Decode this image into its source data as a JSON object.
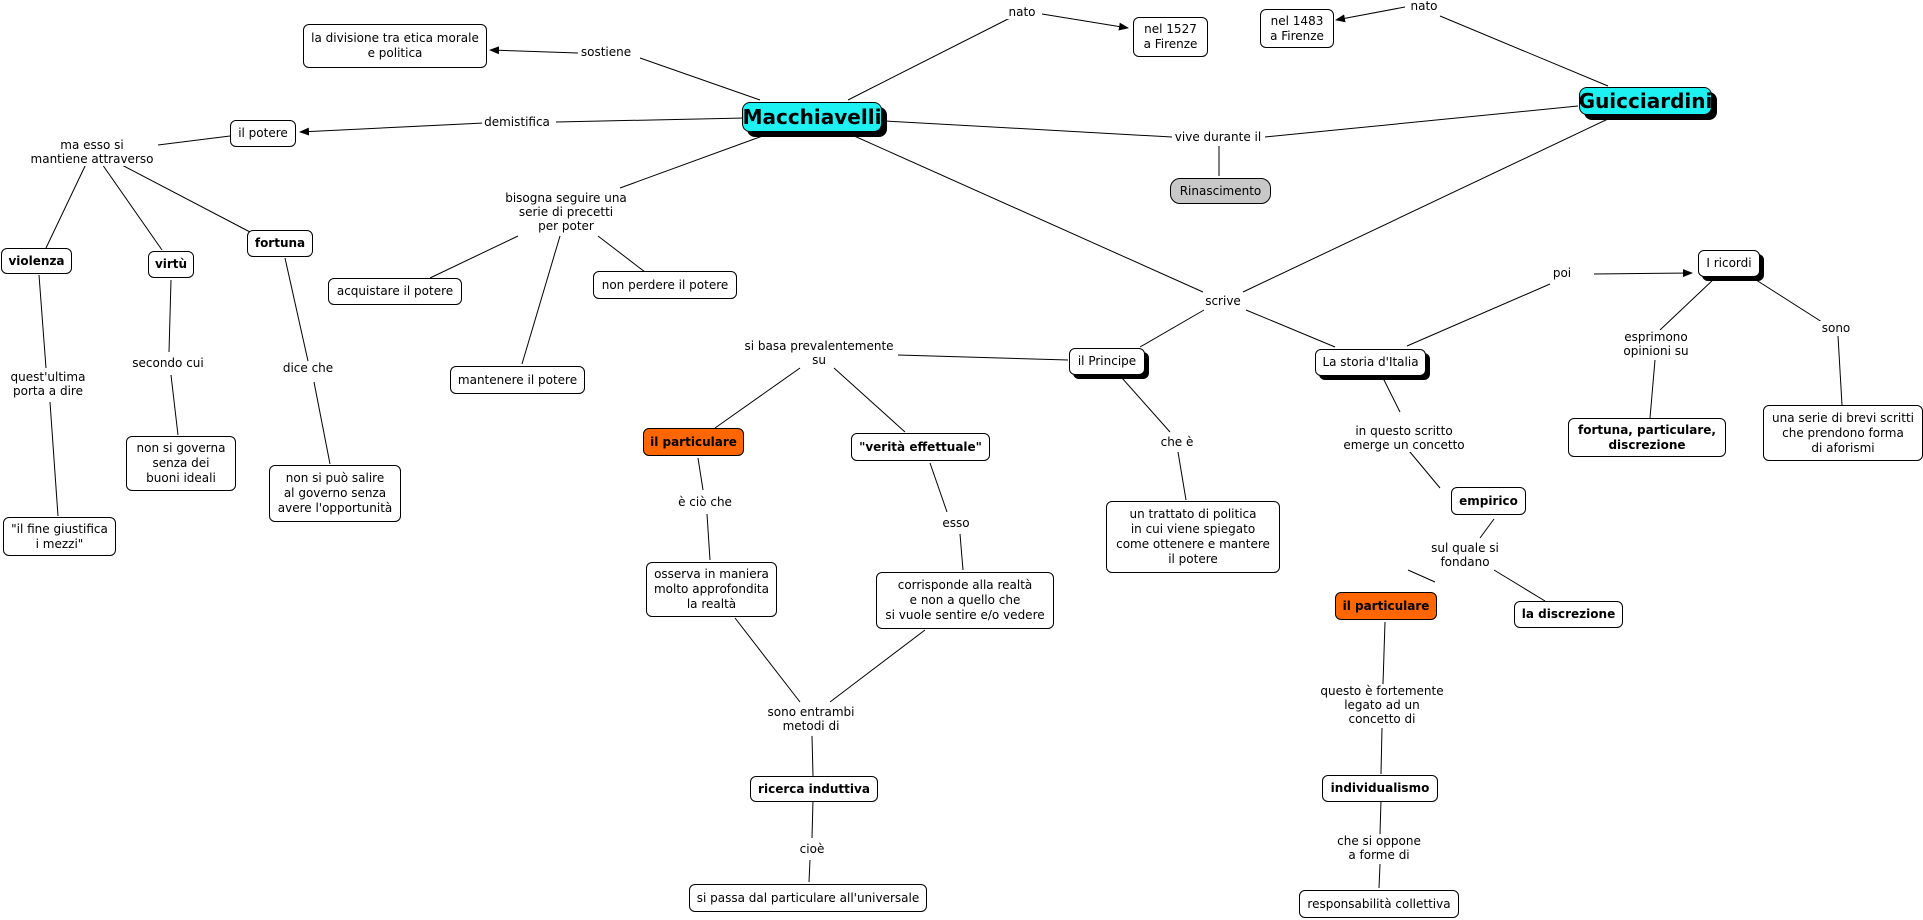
{
  "colors": {
    "main_node": "#1df1f1",
    "highlight_node": "#ff6600",
    "gray_node": "#c8c8c8",
    "line": "#000000"
  },
  "nodes": {
    "macchiavelli": "Macchiavelli",
    "guicciardini": "Guicciardini",
    "divisione": "la divisione tra etica morale\ne politica",
    "nel1527": "nel 1527\na Firenze",
    "nel1483": "nel 1483\na Firenze",
    "potere": "il potere",
    "violenza": "violenza",
    "virtu": "virtù",
    "fortuna": "fortuna",
    "fine_giustifica": "\"il fine giustifica\ni mezzi\"",
    "non_governa": "non si governa\nsenza dei\nbuoni ideali",
    "non_salire": "non si può salire\nal governo senza\navere l'opportunità",
    "acquistare": "acquistare il potere",
    "non_perdere": "non perdere il potere",
    "mantenere": "mantenere il potere",
    "rinascimento": "Rinascimento",
    "principe": "il Principe",
    "storia_italia": "La storia d'Italia",
    "ricordi": "I ricordi",
    "particulare_m": "il particulare",
    "verita": "\"verità effettuale\"",
    "osserva": "osserva in maniera\nmolto approfondita\nla realtà",
    "corrisponde": "corrisponde alla realtà\ne non a quello che\nsi vuole sentire e/o vedere",
    "trattato": "un trattato di politica\nin cui viene spiegato\ncome ottenere e mantere\nil potere",
    "empirico": "empirico",
    "particulare_g": "il particulare",
    "discrezione": "la discrezione",
    "fortuna_part": "fortuna, particulare,\ndiscrezione",
    "serie_scritti": "una serie di brevi scritti\nche prendono forma\ndi aforismi",
    "ricerca": "ricerca induttiva",
    "si_passa": "si passa dal particulare all'universale",
    "individualismo": "individualismo",
    "responsabilita": "responsabilità collettiva"
  },
  "labels": {
    "nato_m": "nato",
    "nato_g": "nato",
    "sostiene": "sostiene",
    "demistifica": "demistifica",
    "ma_esso": "ma esso si\nmantiene attraverso",
    "quest_ultima": "quest'ultima\nporta a dire",
    "secondo_cui": "secondo cui",
    "dice_che": "dice che",
    "bisogna": "bisogna seguire una\nserie di precetti\nper poter",
    "vive_durante": "vive durante il",
    "scrive": "scrive",
    "poi": "poi",
    "si_basa": "si basa prevalentemente\nsu",
    "e_cio_che": "è ciò che",
    "esso": "esso",
    "che_e": "che è",
    "in_questo": "in questo scritto\nemerge un concetto",
    "esprimono": "esprimono\nopinioni su",
    "sono": "sono",
    "sul_quale": "sul quale si\nfondano",
    "sono_entrambi": "sono entrambi\nmetodi di",
    "cioe": "cioè",
    "questo_e": "questo è fortemente\nlegato ad un\nconcetto di",
    "che_si_oppone": "che si oppone\na forme di"
  }
}
